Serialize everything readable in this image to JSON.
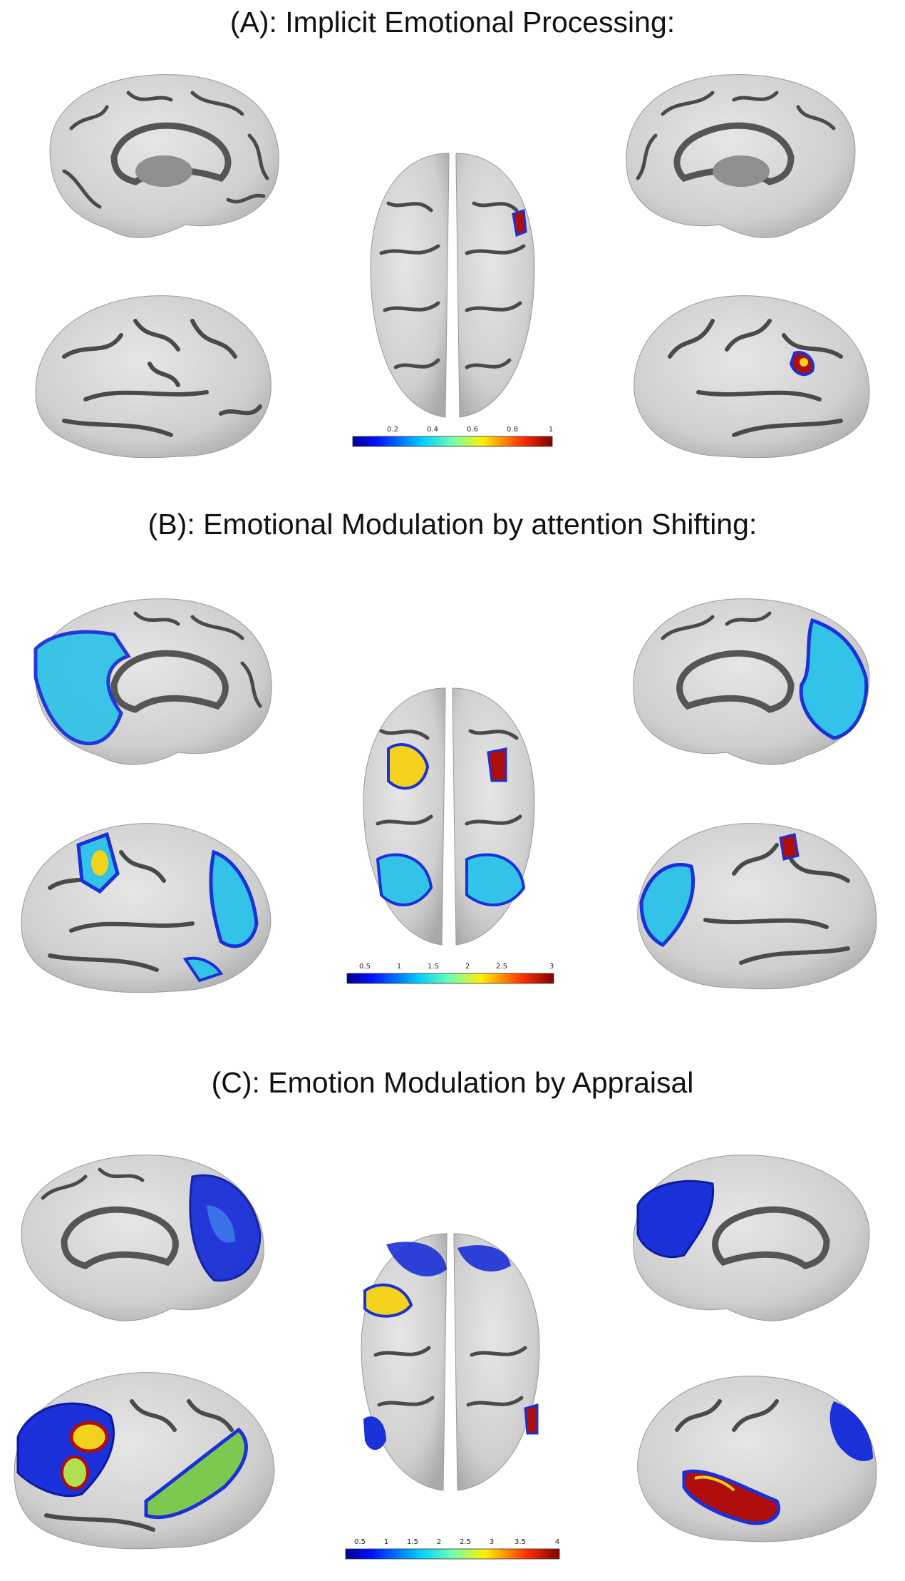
{
  "panels": [
    {
      "title": "(A): Implicit Emotional Processing:",
      "colorbar_ticks": [
        "0.2",
        "0.4",
        "0.6",
        "0.8",
        "1"
      ]
    },
    {
      "title": "(B): Emotional Modulation by attention Shifting:",
      "colorbar_ticks": [
        "0.5",
        "1",
        "1.5",
        "2",
        "2.5",
        "3"
      ]
    },
    {
      "title": "(C): Emotion Modulation by Appraisal",
      "colorbar_ticks": [
        "0.5",
        "1",
        "1.5",
        "2",
        "2.5",
        "3",
        "3.5",
        "4"
      ]
    }
  ],
  "colors": {
    "background": "#ffffff",
    "cortex": "#d7d7d7",
    "sulci": "#4a4a4a",
    "low": "#1a30d8",
    "mid": "#33c3e8",
    "high": "#f2d21c",
    "peak": "#b00d0d"
  }
}
